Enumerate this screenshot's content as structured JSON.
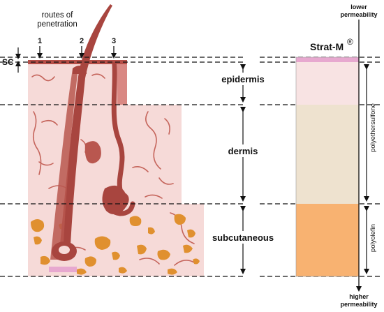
{
  "routes": {
    "title_line1": "routes of",
    "title_line2": "penetration",
    "markers": [
      "1",
      "2",
      "3"
    ]
  },
  "sc_label": "SC",
  "layers": [
    "epidermis",
    "dermis",
    "subcutaneous"
  ],
  "strat_m": {
    "title": "Strat-M",
    "registered": "®",
    "segment_labels": [
      "polyethersulfone",
      "polyolefin"
    ]
  },
  "permeability": {
    "top_line1": "lower",
    "top_line2": "permeability",
    "bottom_line1": "higher",
    "bottom_line2": "permeability"
  },
  "colors": {
    "skin_background": "#f6dad8",
    "tissue_dark": "#a8453f",
    "tissue_outline": "#c5655c",
    "fat_orange": "#e0902f",
    "sc_membrane": "#e7a8cf",
    "strat_top_pink": "#f8e3e3",
    "strat_beige": "#eee2cf",
    "strat_orange": "#f8b271",
    "line": "#111111"
  },
  "icons": [
    "arrow-down-icon",
    "arrow-up-icon",
    "double-arrow-icon",
    "registered-icon"
  ]
}
